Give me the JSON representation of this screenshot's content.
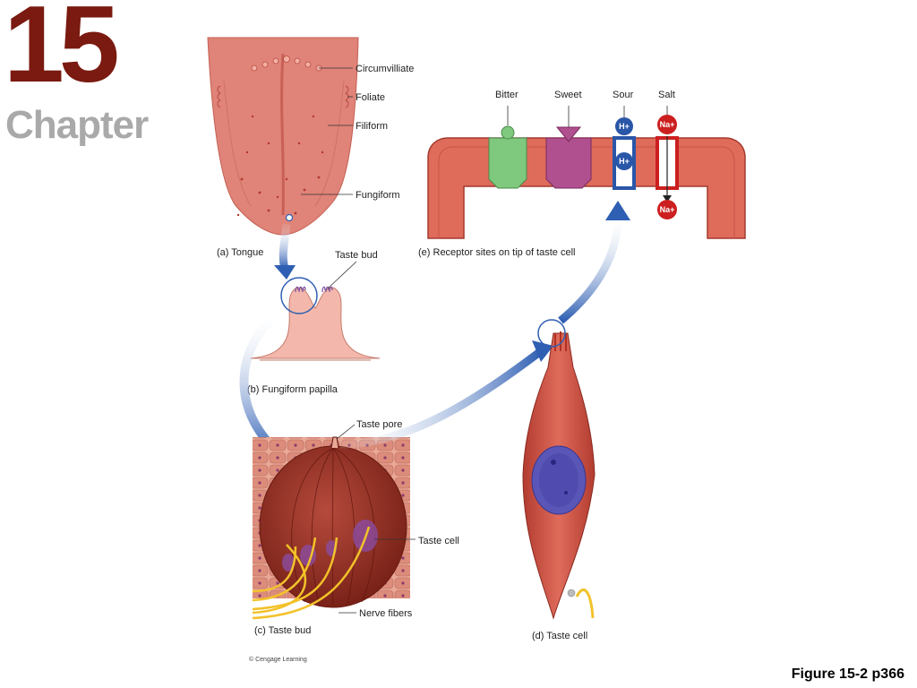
{
  "chapter": {
    "number": "15",
    "word": "Chapter"
  },
  "figure_ref": "Figure 15-2 p366",
  "tongue": {
    "labels": {
      "circumvilliate": "Circumvilliate",
      "foliate": "Foliate",
      "filiform": "Filiform",
      "fungiform": "Fungiform"
    },
    "caption": "(a) Tongue"
  },
  "papilla": {
    "taste_bud_label": "Taste bud",
    "caption": "(b) Fungiform papilla"
  },
  "bud": {
    "taste_pore_label": "Taste pore",
    "taste_cell_label": "Taste cell",
    "nerve_fibers_label": "Nerve fibers",
    "caption": "(c) Taste bud"
  },
  "cell": {
    "caption": "(d) Taste cell"
  },
  "receptors": {
    "bitter": "Bitter",
    "sweet": "Sweet",
    "sour": "Sour",
    "salt": "Salt",
    "h_ion": "H+",
    "na_ion": "Na+",
    "caption": "(e) Receptor sites on tip of taste cell"
  },
  "copyright": "© Cengage Learning",
  "colors": {
    "chapter_number": "#7a1a10",
    "chapter_word": "#a9a9a9",
    "tongue": "#e08378",
    "tissue": "#d9685c",
    "arrow": "#2f5fb3",
    "bitter": "#7fc97f",
    "sweet": "#b0508e",
    "sour": "#2a56a8",
    "salt": "#cc1f1f"
  }
}
